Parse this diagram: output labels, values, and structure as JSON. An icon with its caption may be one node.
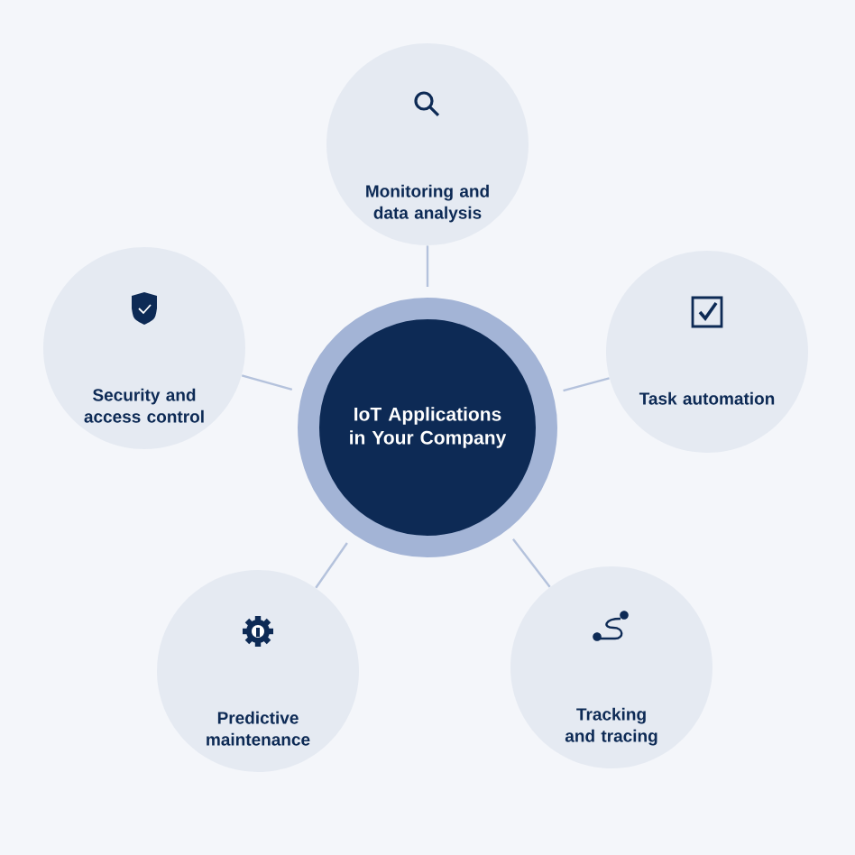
{
  "diagram": {
    "nodes": [
      {
        "text": [
          "Monitoring and data analysis"
        ]
      },
      {
        "text": [
          "Security and access control"
        ]
      },
      {
        "text": [
          "IoT Applications in Your Company"
        ]
      },
      {
        "text": [
          "Task automation"
        ]
      },
      {
        "text": [
          "Predictive maintenance"
        ]
      },
      {
        "text": [
          "Tracking and tracing"
        ]
      }
    ],
    "edges": [
      {
        "from": 2,
        "to": 0,
        "arrow": "none"
      },
      {
        "from": 2,
        "to": 1,
        "arrow": "none"
      },
      {
        "from": 2,
        "to": 3,
        "arrow": "none"
      },
      {
        "from": 2,
        "to": 4,
        "arrow": "none"
      },
      {
        "from": 2,
        "to": 5,
        "arrow": "none"
      }
    ]
  }
}
